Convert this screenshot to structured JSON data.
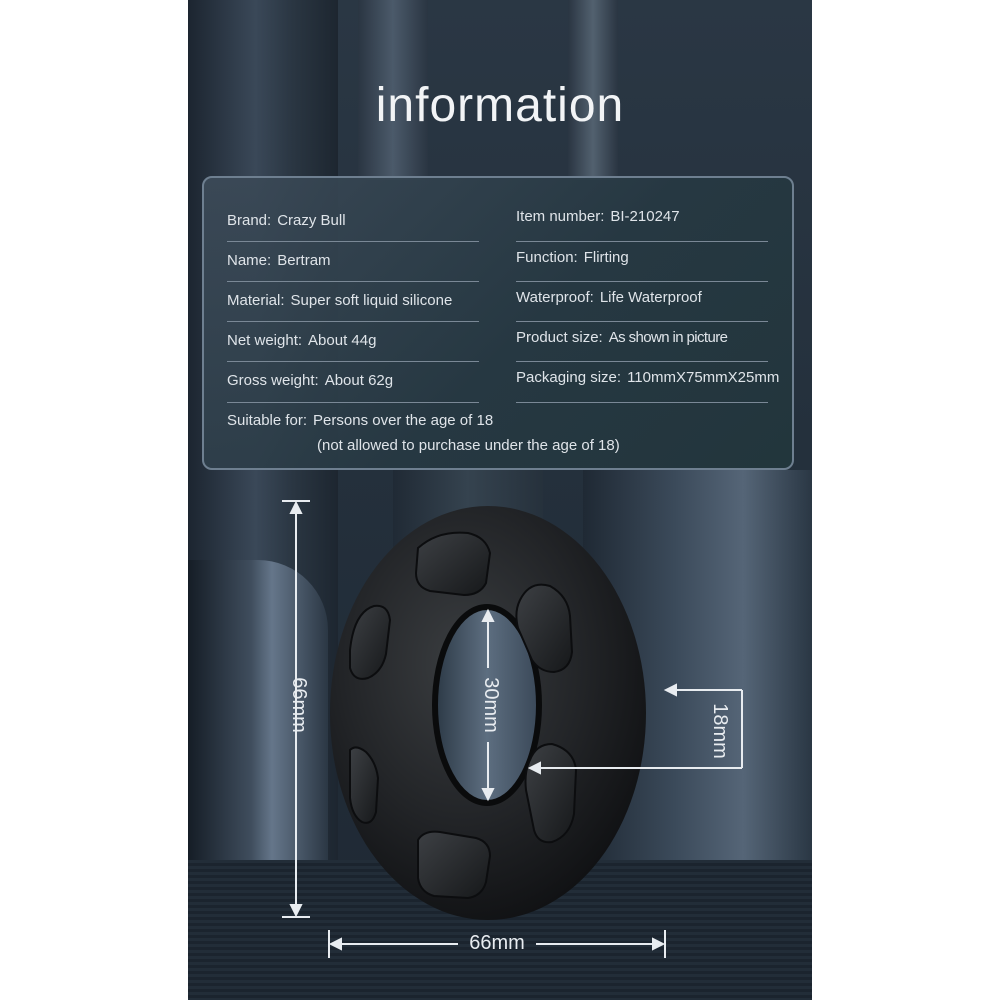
{
  "title": "information",
  "specs": {
    "brand": {
      "label": "Brand:",
      "value": "Crazy Bull"
    },
    "item_number": {
      "label": "Item number:",
      "value": "BI-210247"
    },
    "name": {
      "label": "Name:",
      "value": "Bertram"
    },
    "function": {
      "label": "Function:",
      "value": "Flirting"
    },
    "material": {
      "label": "Material:",
      "value": "Super soft liquid silicone"
    },
    "waterproof": {
      "label": "Waterproof:",
      "value": "Life Waterproof"
    },
    "net_weight": {
      "label": "Net weight:",
      "value": "About 44g"
    },
    "product_size": {
      "label": "Product size:",
      "value": "As shown in picture"
    },
    "gross_weight": {
      "label": "Gross weight:",
      "value": "About 62g"
    },
    "packaging_size": {
      "label": "Packaging size:",
      "value": "110mmX75mmX25mm"
    },
    "suitable_for": {
      "label": "Suitable for:",
      "value": "Persons over the age of 18",
      "note": "(not allowed to purchase under the age of 18)"
    }
  },
  "dimensions": {
    "height": "66mm",
    "width": "66mm",
    "inner": "30mm",
    "thickness": "18mm"
  }
}
